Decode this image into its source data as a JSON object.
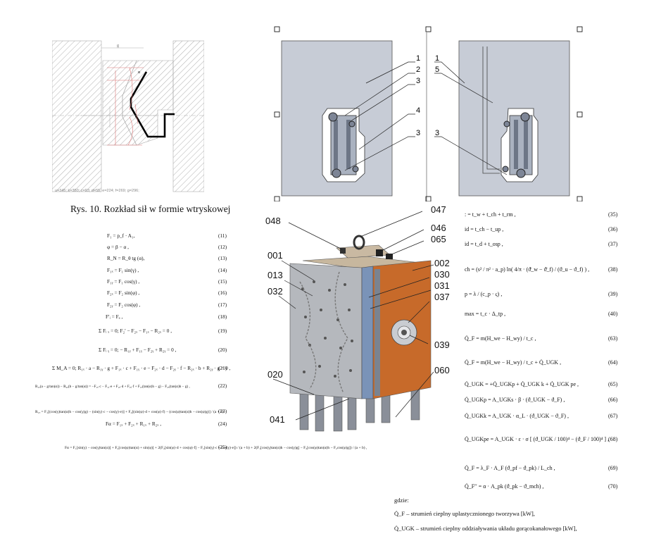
{
  "figure10": {
    "caption": "Rys. 10. Rozkład sił w formie wtryskowej",
    "params": "u=345; k=350; c=93; d=55; e=224; f=269; g=296;",
    "alpha_label": "α",
    "g_label": "g"
  },
  "equations_left": [
    {
      "text": "F₁ = p_f · A₁,",
      "num": "(11)"
    },
    {
      "text": "φ = β − α ,",
      "num": "(12)"
    },
    {
      "text": "R_N = R_θ tg (α),",
      "num": "(13)"
    },
    {
      "text": "F₁ₓ = F₁ sin(γ) ,",
      "num": "(14)"
    },
    {
      "text": "F₁ᵧ = F₁ cos(γ) ,",
      "num": "(15)"
    },
    {
      "text": "F₂ₓ = F₂ sin(φ) ,",
      "num": "(16)"
    },
    {
      "text": "F₂ᵧ = F₂ cos(φ) ,",
      "num": "(17)"
    },
    {
      "text": "F′ᵢ = Fₐ ,",
      "num": "(18)"
    },
    {
      "text": "Σ Fᵢ ₓ = 0;  F₂′ − F₂ₓ − F₁ₓ − R₂ₓ = 0 ,",
      "num": "(19)"
    },
    {
      "text": "Σ Fᵢ ᵧ = 0;  − R₁ᵧ + F₁ᵧ − F₂ᵧ + R₂ᵧ = 0 ,",
      "num": "(20)"
    },
    {
      "text": "Σ M_A = 0;  R₁ₓ · a − R₁ᵧ · g + F₁ₓ · c + F₁ᵧ · e − F₂ₓ · d − F₂ᵧ · f − R₂ₓ · b + R₂ᵧ · g = 0 ,",
      "num": "(21)"
    },
    {
      "text": "R₁ₓ(a − g/tan(α)) − R₂ₓ(b − g/tan(α)) = −F₁ₓ·c − F₁ᵧ·e + F₂ₓ·d + F₂ᵧ·f + F₁ₓ(tan(α)h − g) − F₂ₓ(tan(α)h − g) ,",
      "num": "(22)"
    },
    {
      "text": "R₁ₓ = F₁[(cos(γ)tan(α)h − cos(γ)g) − (sin(γ)·c − cos(γ)·e)] + F₂[(sin(φ)·d + cos(φ)·f) − (cos(φ)tan(α)h − cos(φ)g)] / (a + b)",
      "num": "(23)"
    },
    {
      "text": "Fα = F₁ₓ + F₂ₓ + R₁ₓ + R₂ₓ ,",
      "num": "(24)"
    },
    {
      "text": "Fα = F₁[sin(γ) − cos(γ)tan(α)] + F₂[cos(φ)tan(α) + sin(φ)] + 2(F₂[sin(φ)·d + cos(φ)·f] − F₁[sin(γ)·c + cos(γ)·e]) / (a + b) + 2(F₁[cos(γ)tan(α)h − cos(γ)g] − F₂[cos(φ)tan(α)h − F₂cos(φ)g]) / (a + b) ,",
      "num": "(25)"
    }
  ],
  "cad": {
    "labels_left": [
      "1",
      "2",
      "3",
      "4",
      "3"
    ],
    "labels_right": [
      "1",
      "5",
      "3"
    ]
  },
  "mold": {
    "labels": [
      "047",
      "048",
      "046",
      "065",
      "001",
      "002",
      "030",
      "013",
      "031",
      "032",
      "037",
      "039",
      "020",
      "060",
      "041"
    ]
  },
  "equations_right": [
    {
      "text": ": = t_w + t_ch + t_rm ,",
      "num": "(35)"
    },
    {
      "text": "id = t_ch − t_up ,",
      "num": "(36)"
    },
    {
      "text": "id = t_d + t_osp ,",
      "num": "(37)"
    },
    {
      "text": "ch = (s² / π² · a_p) ln( 4/π · (ϑ̄_w − ϑ̄_f) / (ϑ_u − ϑ_f) ) ,",
      "num": "(38)"
    },
    {
      "text": "p = λ / (c_p · ς) ,",
      "num": "(39)"
    },
    {
      "text": "max = t_c · Δ_tp ,",
      "num": "(40)"
    },
    {
      "text": "Q̇_F = m(H_we − H_wy) / t_c ,",
      "num": "(63)"
    },
    {
      "text": "Q̇_F = m(H_we − H_wy) / t_c + Q̇_UGK ,",
      "num": "(64)"
    },
    {
      "text": "Q̇_UGK = +Q̇_UGKp + Q̇_UGK k + Q̇_UGK pe ,",
      "num": "(65)"
    },
    {
      "text": "Q̇_UGKp = A_UGKs · β · (ϑ_UGK − ϑ_F) ,",
      "num": "(66)"
    },
    {
      "text": "Q̇_UGKk = A_UGK · α_L · (ϑ_UGK − ϑ_F) ,",
      "num": "(67)"
    },
    {
      "text": "Q̇_UGKpe = A_UGK · ε · σ [ (ϑ_UGK / 100)⁴ − (ϑ_F / 100)⁴ ] ,",
      "num": "(68)"
    },
    {
      "text": "Q̇_F = λ_F · A_F (ϑ_pf − ϑ_pk) / L_ch ,",
      "num": "(69)"
    },
    {
      "text": "Q̇_F′′ = α · A_pk (ϑ_pk − ϑ_mch) ,",
      "num": "(70)"
    }
  ],
  "description": {
    "gdzie": "gdzie:",
    "line1": "Q̇_F – strumień cieplny uplastycznionego tworzywa [kW],",
    "line2": "Q̇_UGK – strumień cieplny oddziaływania układu gorącokanałowego [kW],"
  }
}
